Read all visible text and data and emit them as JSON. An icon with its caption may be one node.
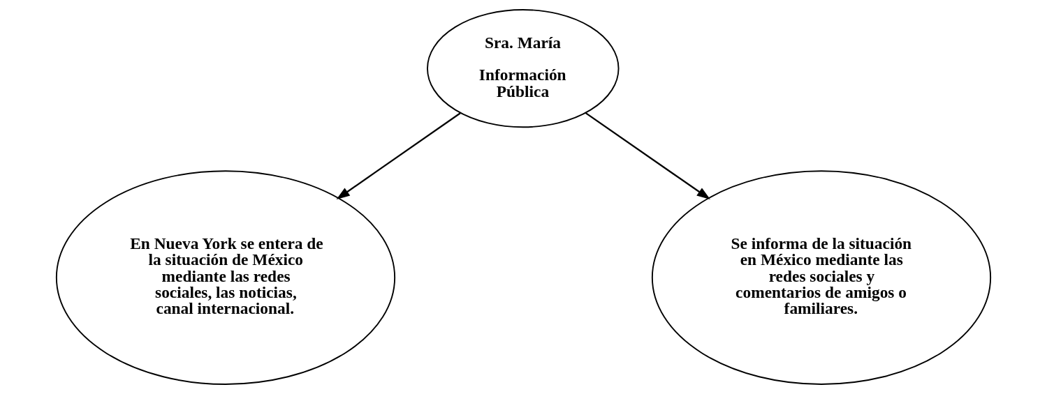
{
  "diagram": {
    "nodes": [
      {
        "text": [
          "Sra. María",
          "Información Pública"
        ]
      },
      {
        "text": [
          "En Nueva York se entera de la situación de México mediante las redes sociales, las noticias, canal internacional."
        ]
      },
      {
        "text": [
          "Se informa de la situación en México mediante las redes sociales y comentarios de amigos o familiares."
        ]
      }
    ],
    "edges": [
      {
        "from": 0,
        "to": 1,
        "arrow": "to"
      },
      {
        "from": 0,
        "to": 2,
        "arrow": "to"
      }
    ]
  }
}
